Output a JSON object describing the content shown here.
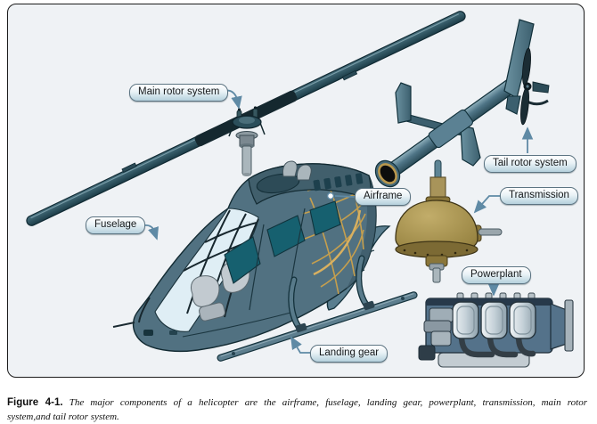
{
  "figure": {
    "labels": [
      {
        "id": "main-rotor-system",
        "text": "Main rotor system"
      },
      {
        "id": "tail-rotor-system",
        "text": "Tail rotor system"
      },
      {
        "id": "airframe",
        "text": "Airframe"
      },
      {
        "id": "transmission",
        "text": "Transmission"
      },
      {
        "id": "fuselage",
        "text": "Fuselage"
      },
      {
        "id": "powerplant",
        "text": "Powerplant"
      },
      {
        "id": "landing-gear",
        "text": "Landing gear"
      }
    ],
    "colors": {
      "panel_background": "#eff2f5",
      "body_teal": "#517181",
      "blade_teal": "#2f5664",
      "airframe_truss_gold": "#c59f4e",
      "transmission_gold": "#a6924e",
      "engine_blue": "#54728a",
      "leader_blue": "#5f8aa5",
      "label_gradient_bottom": "#b5d0dc"
    }
  },
  "caption": {
    "number": "Figure 4-1.",
    "line1": "The major components of a helicopter are the airframe, fuselage, landing gear, powerplant, transmission, main rotor",
    "line2": "system,and tail rotor system."
  }
}
